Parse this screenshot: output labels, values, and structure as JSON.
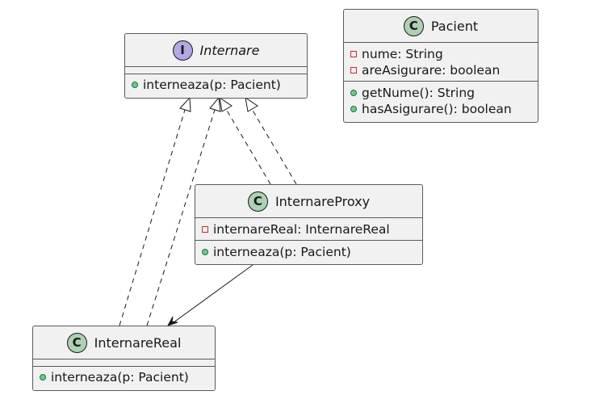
{
  "diagram": {
    "classes": [
      {
        "id": "internare",
        "stereotype": "I",
        "stereotype_color": "#b4a7e5",
        "name": "Internare",
        "italic": true,
        "attributes": [],
        "methods": [
          {
            "visibility": "public",
            "text": "interneaza(p: Pacient)"
          }
        ]
      },
      {
        "id": "pacient",
        "stereotype": "C",
        "stereotype_color": "#add1b2",
        "name": "Pacient",
        "italic": false,
        "attributes": [
          {
            "visibility": "private",
            "text": "nume: String"
          },
          {
            "visibility": "private",
            "text": "areAsigurare: boolean"
          }
        ],
        "methods": [
          {
            "visibility": "public",
            "text": "getNume(): String"
          },
          {
            "visibility": "public",
            "text": "hasAsigurare(): boolean"
          }
        ]
      },
      {
        "id": "internareproxy",
        "stereotype": "C",
        "stereotype_color": "#add1b2",
        "name": "InternareProxy",
        "italic": false,
        "attributes": [
          {
            "visibility": "private",
            "text": "internareReal: InternareReal"
          }
        ],
        "methods": [
          {
            "visibility": "public",
            "text": "interneaza(p: Pacient)"
          }
        ]
      },
      {
        "id": "internarereal",
        "stereotype": "C",
        "stereotype_color": "#add1b2",
        "name": "InternareReal",
        "italic": false,
        "attributes": [],
        "methods": [
          {
            "visibility": "public",
            "text": "interneaza(p: Pacient)"
          }
        ]
      }
    ],
    "relations": [
      {
        "from": "internarereal",
        "to": "internare",
        "type": "realization"
      },
      {
        "from": "internarereal",
        "to": "internare",
        "type": "realization"
      },
      {
        "from": "internareproxy",
        "to": "internare",
        "type": "realization"
      },
      {
        "from": "internareproxy",
        "to": "internare",
        "type": "realization"
      },
      {
        "from": "internareproxy",
        "to": "internarereal",
        "type": "association"
      }
    ],
    "colors": {
      "class_fill": "#f1f1f1",
      "border": "#5a5a5a",
      "public_marker": "#84be84",
      "private_marker": "#c82930"
    }
  }
}
